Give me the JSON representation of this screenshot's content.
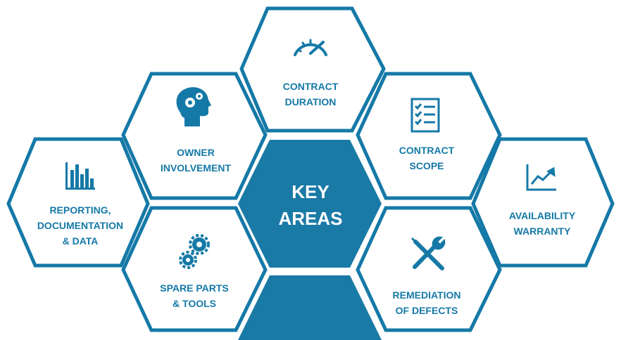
{
  "colors": {
    "accent": "#1579a7",
    "fill_dark": "#1a7aa6",
    "background": "#ffffff"
  },
  "center": {
    "label": "KEY\nAREAS"
  },
  "hexes": [
    {
      "id": "contract-duration",
      "label": "CONTRACT\nDURATION",
      "icon": "speedometer-icon"
    },
    {
      "id": "owner-involvement",
      "label": "OWNER\nINVOLVEMENT",
      "icon": "head-gears-icon"
    },
    {
      "id": "contract-scope",
      "label": "CONTRACT\nSCOPE",
      "icon": "checklist-icon"
    },
    {
      "id": "reporting",
      "label": "REPORTING,\nDOCUMENTATION\n& DATA",
      "icon": "bar-chart-icon"
    },
    {
      "id": "availability-warranty",
      "label": "AVAILABILITY\nWARRANTY",
      "icon": "trend-chart-icon"
    },
    {
      "id": "spare-parts",
      "label": "SPARE PARTS\n& TOOLS",
      "icon": "gears-icon"
    },
    {
      "id": "remediation",
      "label": "REMEDIATION\nOF DEFECTS",
      "icon": "wrench-screwdriver-icon"
    }
  ]
}
